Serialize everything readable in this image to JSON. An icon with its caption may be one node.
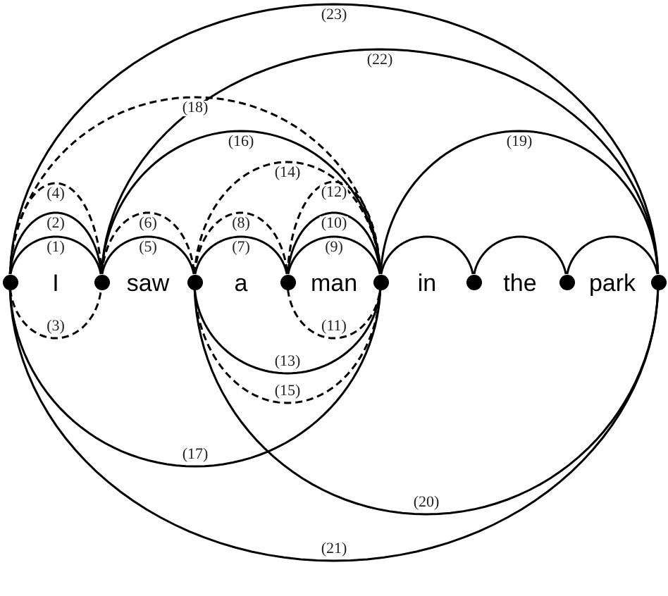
{
  "diagram": {
    "nodes": [
      {
        "text": [],
        "shape": "circle"
      },
      {
        "text": [],
        "shape": "circle"
      },
      {
        "text": [],
        "shape": "circle"
      },
      {
        "text": [],
        "shape": "circle"
      },
      {
        "text": [],
        "shape": "circle"
      },
      {
        "text": [],
        "shape": "circle"
      },
      {
        "text": [],
        "shape": "circle"
      },
      {
        "text": [],
        "shape": "circle"
      }
    ],
    "edges": [
      {
        "from": 0,
        "to": 1,
        "arrow": "none",
        "label": "(1)"
      },
      {
        "from": 0,
        "to": 1,
        "arrow": "none",
        "label": "(2)"
      },
      {
        "from": 0,
        "to": 1,
        "arrow": "none",
        "label": "(3)",
        "style": "dashed"
      },
      {
        "from": 0,
        "to": 1,
        "arrow": "none",
        "label": "(4)",
        "style": "dashed"
      },
      {
        "from": 1,
        "to": 2,
        "arrow": "none",
        "label": "(5)"
      },
      {
        "from": 1,
        "to": 2,
        "arrow": "none",
        "label": "(6)",
        "style": "dashed"
      },
      {
        "from": 2,
        "to": 3,
        "arrow": "none",
        "label": "(7)"
      },
      {
        "from": 2,
        "to": 3,
        "arrow": "none",
        "label": "(8)",
        "style": "dashed"
      },
      {
        "from": 3,
        "to": 4,
        "arrow": "none",
        "label": "(9)"
      },
      {
        "from": 3,
        "to": 4,
        "arrow": "none",
        "label": "(10)"
      },
      {
        "from": 3,
        "to": 4,
        "arrow": "none",
        "label": "(11)",
        "style": "dashed"
      },
      {
        "from": 3,
        "to": 4,
        "arrow": "none",
        "label": "(12)",
        "style": "dashed"
      },
      {
        "from": 2,
        "to": 4,
        "arrow": "none",
        "label": "(13)"
      },
      {
        "from": 2,
        "to": 4,
        "arrow": "none",
        "label": "(14)",
        "style": "dashed"
      },
      {
        "from": 2,
        "to": 4,
        "arrow": "none",
        "label": "(15)",
        "style": "dashed"
      },
      {
        "from": 1,
        "to": 4,
        "arrow": "none",
        "label": "(16)"
      },
      {
        "from": 0,
        "to": 4,
        "arrow": "none",
        "label": "(17)"
      },
      {
        "from": 0,
        "to": 4,
        "arrow": "none",
        "label": "(18)",
        "style": "dashed"
      },
      {
        "from": 4,
        "to": 7,
        "arrow": "none",
        "label": "(19)"
      },
      {
        "from": 2,
        "to": 7,
        "arrow": "none",
        "label": "(20)"
      },
      {
        "from": 0,
        "to": 7,
        "arrow": "none",
        "label": "(21)"
      },
      {
        "from": 1,
        "to": 7,
        "arrow": "none",
        "label": "(22)"
      },
      {
        "from": 0,
        "to": 7,
        "arrow": "none",
        "label": "(23)"
      },
      {
        "from": 4,
        "to": 5,
        "arrow": "none"
      },
      {
        "from": 5,
        "to": 6,
        "arrow": "none"
      },
      {
        "from": 6,
        "to": 7,
        "arrow": "none"
      }
    ],
    "labels": [
      "I",
      "saw",
      "a",
      "man",
      "in",
      "the",
      "park"
    ]
  }
}
